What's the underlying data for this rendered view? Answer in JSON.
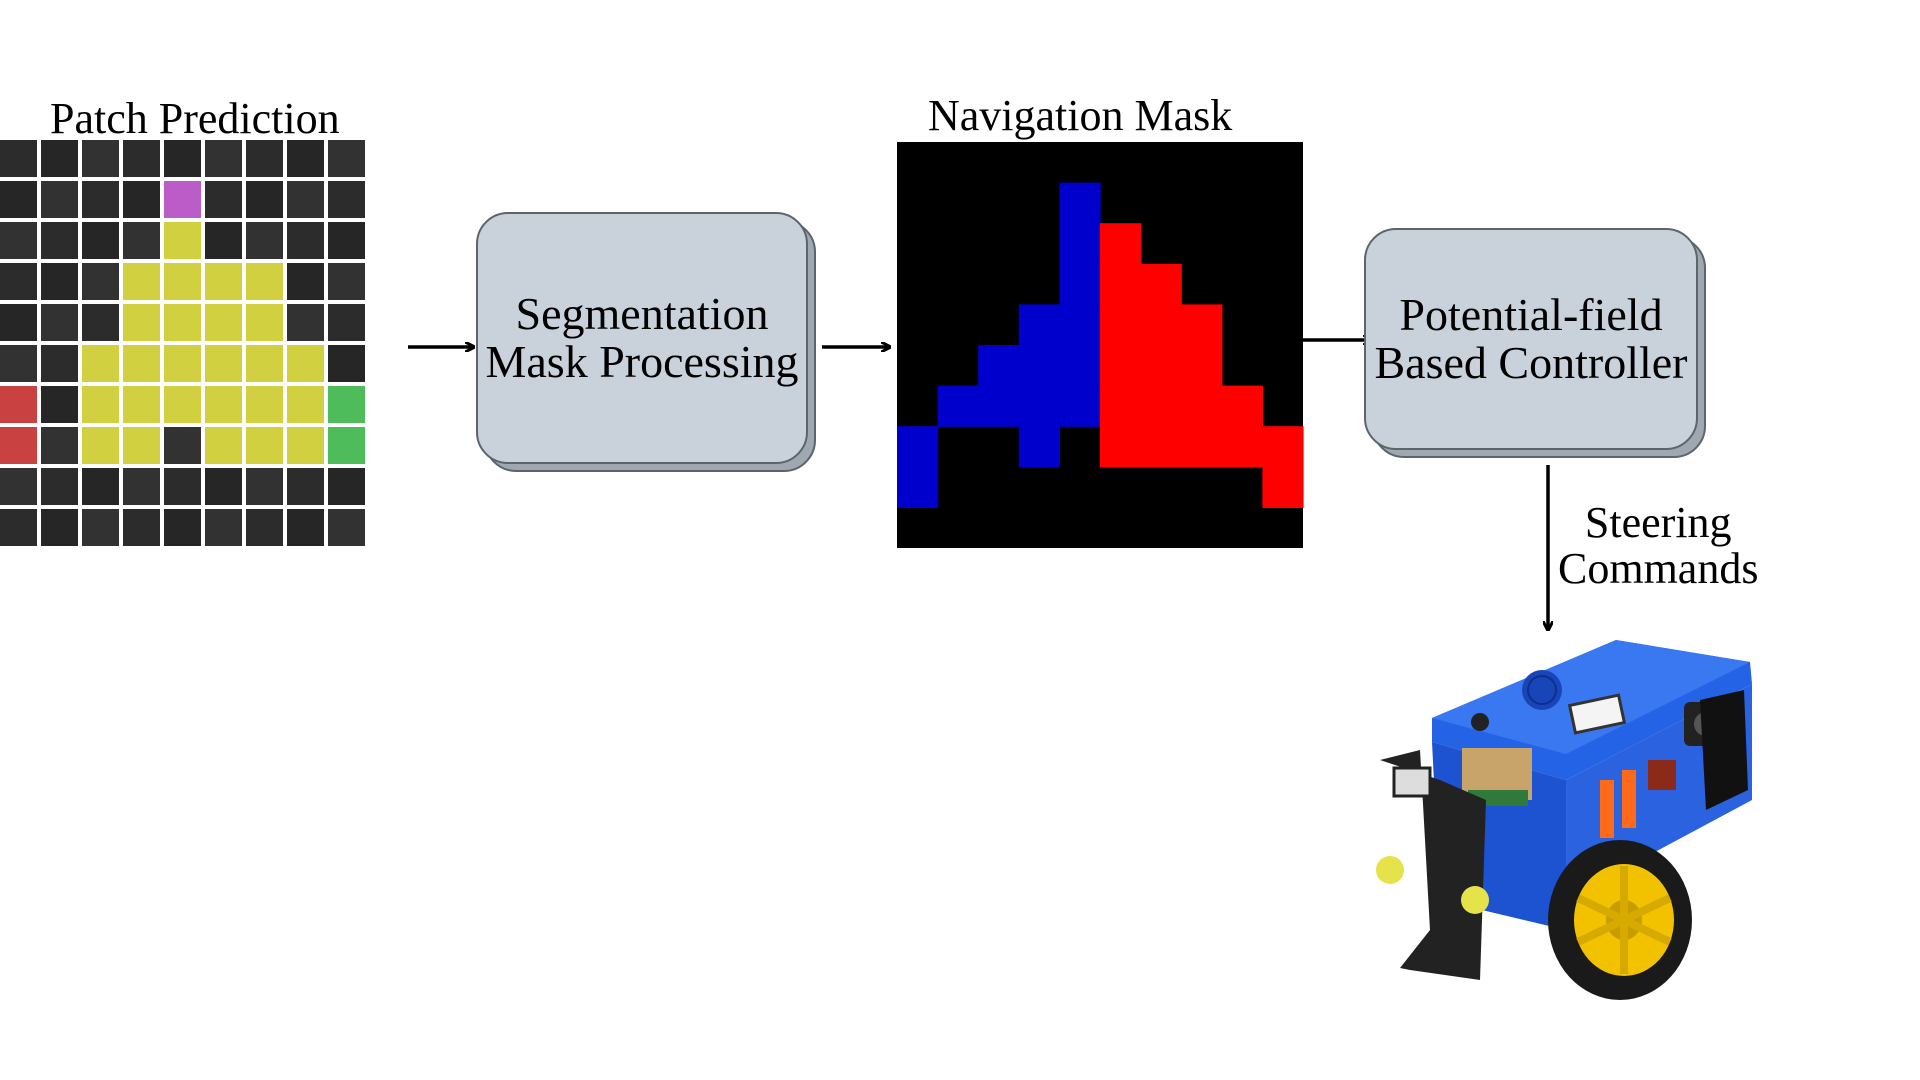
{
  "labels": {
    "patch_prediction": "Patch Prediction",
    "navigation_mask": "Navigation Mask",
    "steering": [
      "Steering",
      "Commands"
    ]
  },
  "boxes": {
    "segmentation": [
      "Segmentation",
      "Mask Processing"
    ],
    "controller": [
      "Potential-field",
      "Based Controller"
    ]
  },
  "colors": {
    "patch_yellow": "#c8c820",
    "patch_magenta": "#b040c0",
    "patch_red": "#c02020",
    "patch_green": "#30b040",
    "mask_blue": "#0000cc",
    "mask_red": "#ff0000",
    "robot_blue": "#1f5fe0",
    "wheel_yellow": "#f2c200"
  },
  "patch_grid": [
    ".........",
    "....m....",
    "....y....",
    "...yyyy..",
    "...yyyy..",
    "..yyyyyy.",
    "r.yyyyyyg",
    "r.yy.yyyg",
    ".........",
    "........."
  ],
  "nav_mask": [
    "..........",
    "....B.....",
    "....BR....",
    "....BRR...",
    "...BBRRR..",
    "..BBBRRR..",
    ".BBBBRRRR.",
    "B..B.RRRRR",
    "B........R",
    ".........."
  ]
}
